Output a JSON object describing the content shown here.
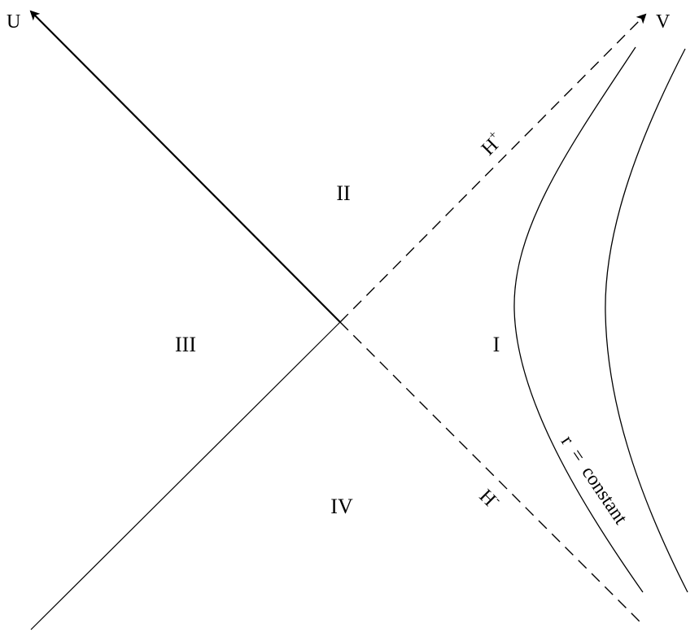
{
  "axes": {
    "u_label": "U",
    "v_label": "V"
  },
  "regions": {
    "I": "I",
    "II": "II",
    "III": "III",
    "IV": "IV"
  },
  "horizons": {
    "future": {
      "base": "H",
      "sup": "+"
    },
    "past": {
      "base": "H",
      "sup": "-"
    }
  },
  "curve_label": "r  =  constant",
  "colors": {
    "ink": "#000000",
    "background": "#ffffff"
  }
}
